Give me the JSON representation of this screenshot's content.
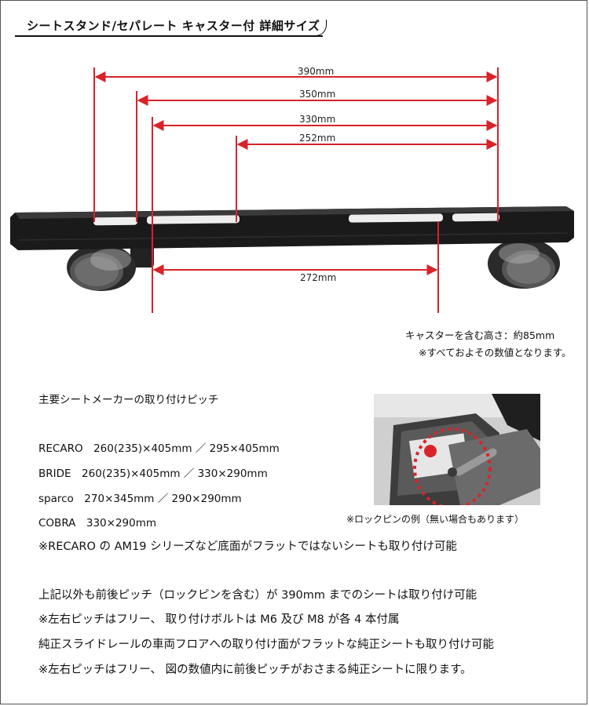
{
  "title": "シートスタンド/セパレート キャスター付 詳細サイズ",
  "dimensions": {
    "d390": "390mm",
    "d350": "350mm",
    "d330": "330mm",
    "d252": "252mm",
    "d272": "272mm"
  },
  "notes": {
    "caster_height": "キャスターを含む高さ：約85mm",
    "approx": "※すべておよその数値となります。"
  },
  "pitch": {
    "heading": "主要シートメーカーの取り付けピッチ",
    "rows": [
      "RECARO　260(235)×405mm ／ 295×405mm",
      "BRIDE　260(235)×405mm ／ 330×290mm",
      "sparco　270×345mm ／ 290×290mm",
      "COBRA　330×290mm"
    ],
    "am19_note": "※RECARO の AM19 シリーズなど底面がフラットではないシートも取り付け可能"
  },
  "photo_caption": "※ロックピンの例（無い場合もあります）",
  "bottom_notes": [
    "上記以外も前後ピッチ（ロックピンを含む）が 390mm までのシートは取り付け可能",
    "※左右ピッチはフリー、 取り付けボルトは M6 及び M8 が各 4 本付属",
    "純正スライドレールの車両フロアへの取り付け面がフラットな純正シートも取り付け可能",
    "※左右ピッチはフリー、 図の数値内に前後ピッチがおさまる純正シートに限ります。"
  ],
  "colors": {
    "accent": "#d8232a",
    "bar": "#1a1a1a"
  }
}
